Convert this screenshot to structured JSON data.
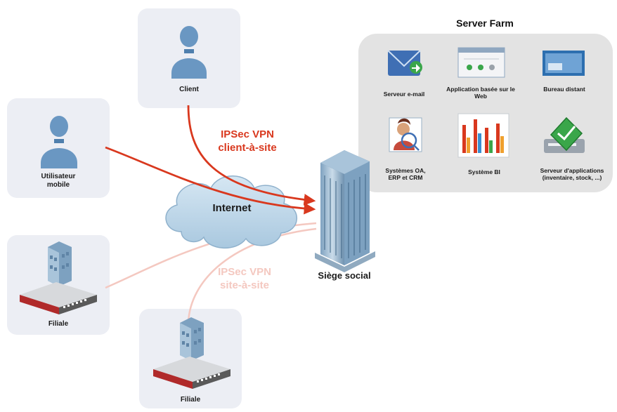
{
  "nodes": {
    "client": "Client",
    "mobile_user": "Utilisateur mobile",
    "branch_1": "Filiale",
    "branch_2": "Filiale",
    "hq": "Siège social",
    "internet": "Internet"
  },
  "vpn": {
    "client_to_site": "IPSec VPN client-à-site",
    "site_to_site": "IPSec VPN site-à-site"
  },
  "server_farm": {
    "title": "Server Farm",
    "apps": [
      {
        "label": "Serveur e-mail",
        "icon": "mail-icon"
      },
      {
        "label": "Application basée sur le Web",
        "icon": "web-app-icon"
      },
      {
        "label": "Bureau distant",
        "icon": "remote-desktop-icon"
      },
      {
        "label": "Systèmes OA, ERP et CRM",
        "icon": "erp-crm-icon"
      },
      {
        "label": "Système BI",
        "icon": "bi-chart-icon"
      },
      {
        "label": "Serveur d'applications (inventaire, stock, ...)",
        "icon": "app-server-icon"
      }
    ]
  },
  "colors": {
    "vpn_active": "#d9381e",
    "vpn_faded": "#f4c8c0",
    "node_bg": "#eceef4",
    "cloud": "#bcd6e8",
    "farm_bg": "#e3e3e3"
  }
}
